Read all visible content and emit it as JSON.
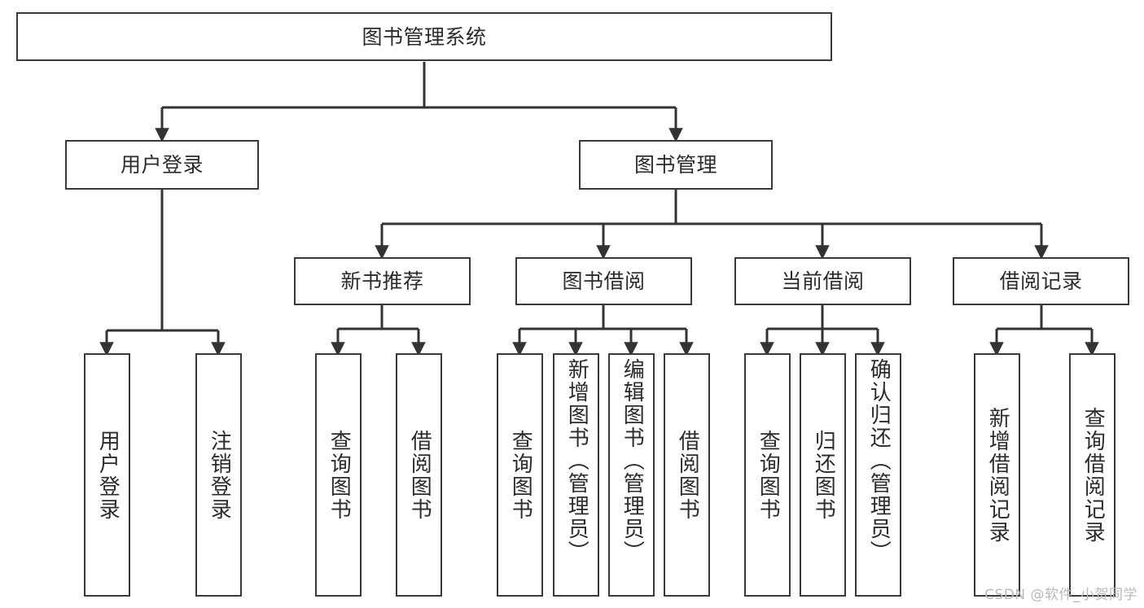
{
  "diagram": {
    "title": "图书管理系统",
    "type": "tree-hierarchy-diagram",
    "colors": {
      "box_border": "#3a3a3a",
      "box_fill": "#ffffff",
      "edge": "#333333",
      "text": "#2b2b2b",
      "watermark": "#b9b9b9"
    },
    "root": {
      "id": "root",
      "label": "图书管理系统"
    },
    "level2": [
      {
        "id": "login",
        "label": "用户登录"
      },
      {
        "id": "bookmgmt",
        "label": "图书管理"
      }
    ],
    "level3": [
      {
        "id": "newbook",
        "label": "新书推荐",
        "parent": "bookmgmt"
      },
      {
        "id": "borrow",
        "label": "图书借阅",
        "parent": "bookmgmt"
      },
      {
        "id": "current",
        "label": "当前借阅",
        "parent": "bookmgmt"
      },
      {
        "id": "records",
        "label": "借阅记录",
        "parent": "bookmgmt"
      }
    ],
    "leaves": {
      "login": [
        {
          "id": "leaf-user-login",
          "label": "用户登录"
        },
        {
          "id": "leaf-user-logout",
          "label": "注销登录"
        }
      ],
      "newbook": [
        {
          "id": "leaf-query-book-1",
          "label": "查询图书"
        },
        {
          "id": "leaf-borrow-book-1",
          "label": "借阅图书"
        }
      ],
      "borrow": [
        {
          "id": "leaf-query-book-2",
          "label": "查询图书"
        },
        {
          "id": "leaf-add-book",
          "label": "新增图书（管理员）"
        },
        {
          "id": "leaf-edit-book",
          "label": "编辑图书（管理员）"
        },
        {
          "id": "leaf-borrow-book-2",
          "label": "借阅图书"
        }
      ],
      "current": [
        {
          "id": "leaf-query-book-3",
          "label": "查询图书"
        },
        {
          "id": "leaf-return-book",
          "label": "归还图书"
        },
        {
          "id": "leaf-confirm-return",
          "label": "确认归还（管理员）"
        }
      ],
      "records": [
        {
          "id": "leaf-add-record",
          "label": "新增借阅记录"
        },
        {
          "id": "leaf-query-record",
          "label": "查询借阅记录"
        }
      ]
    }
  },
  "watermark": {
    "text": "CSDN @软件_小贺同学"
  }
}
